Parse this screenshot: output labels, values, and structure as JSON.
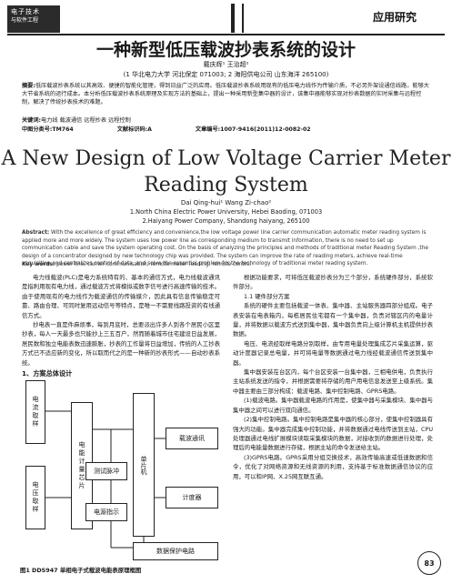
{
  "header": {
    "logo_line1": "电子技术",
    "logo_line2": "与软件工程",
    "category": "应用研究"
  },
  "cn": {
    "title": "一种新型低压载波抄表系统的设计",
    "authors": "戴庆辉¹  王治超²",
    "affiliation": "(1 华北电力大学  河北保定  071003; 2 海阳供电公司  山东海洋  265100)",
    "abstract_label": "摘要:",
    "abstract": "低压载波抄表系统以其高效、便捷的智能化管理，得到日益广泛的应用。低压载波抄表系统用现有的低压电力线作为传输介质，不必另外架设通信线路，能够大大节省系统的运行成本。本分析低压载波抄表系统原理及实现方法的基础上，提出一种采用新型集中器的设计，该集中器能够实现对抄表数据的实时采集与远程控制，解决了传统抄表技术的难题。",
    "keywords_label": "关键词:",
    "keywords": "电力线  载波通信  远程抄表  远程控制",
    "clc": "中图分类号:TM764",
    "doc_code": "文献标识码:A",
    "article_no": "文章编号:1007-9416(2011)12-0082-02"
  },
  "en": {
    "title_line1": "A New Design of Low Voltage Carrier Meter",
    "title_line2": "Reading System",
    "authors": "Dai Qing-hui¹  Wang Zi-chao²",
    "affiliation1": "1.North China Electric Power University, Hebei Baoding, 071003",
    "affiliation2": "2.Haiyang Power Company, Shandong haiyang, 265100",
    "abstract_label": "Abstract:",
    "abstract": "With the excellence of great efficiency and convenience,the low voltage power line carrier communication automatic meter reading system is applied more and more widely. The system uses low power line as corresponding medium to transmit information, there is no need to set up communication cable and save the system operating cost. On the basis of analyzing the principles and methods of traditional meter Reading System ,the design of a concentrator designed by new technology chip was provided. The system can improve the rate of reading meters, achieve real-time acquisition and centralizes control of data, and solve the essential problem for the technology of traditional meter reading system.",
    "keywords_label": "Key words:",
    "keywords": "power line; carrier communication; remote meter reading; remote control"
  },
  "body": {
    "left_paragraphs": [
      "电力线载波(PLC)是电力系统特有的、基本的通信方式，电力线载波通讯是指利用现有电力线，通过载波方式将模拟或数字信号进行高速传输的技术。由于使用现有的电力线作为载波通信的传输媒介，因此具有信息传输稳定可靠、路由合理、可同时复用远动信号等特点，是唯一不需要线路投资的有线通信方式。",
      "抄电表一直是件麻烦事，每到月底时，总要派出许多人到各个居民小区里抄表，每人一天最多也只能抄上三五百户，然而随着城市住宅建设日益发展，居民数和独立电能表数迅速膨胀，抄表的工作量将日益增加，传统的人工抄表方式已不适应新的变化，所以取而代之的是一种新的抄表形式——自动抄表系统。"
    ],
    "section1_title": "1、方案总体设计",
    "right_paragraphs": [
      "根据功能要求，可将低压载波抄表分为三个部分，系统硬件部分，系统软件部分。",
      "1.1 硬件部分方案",
      "系统的硬件主要包括载波一体表、集中器、主站服务器四部分组成。电子表安装在电表箱内，每栋居民住宅都有一个集中器，负责对辖区内的电量计量，并将数据以载波方式送到集中器，集中器负责向上级计算机主机提供抄表数据。",
      "电压、电流经取样电路分别取样，由专用电量处理集成芯片采集运算，驱动计度器记录总电量，并可将电量等数据通过电力线经载波通信传送到集中器。",
      "集中器安装在台区内，每个台区安装一台集中器，三相电供电，负责执行主站系统发送的指令，并根据需要将存储的用户用电信息发送至上级系统。集中器主要由三部分构成：载波电路、集中控制电路、GPRS电路。",
      "(1)载波电路。集中器载波电路的作用是，使集中器与采集模块、集中器与集中器之间可以进行双向通信。",
      "(2)集中控制电路。集中控制电路是集中器的核心部分，使集中控制器具有强大的功能。集中器完成集中控制功能，并将数据通过电线传送到主站，CPU处理器通过电线扩展模块读取采集模块的数据，对接收到的数据进行处理，处理后的电能量数据进行存储，根据主站的命令发送给主站。",
      "(3)GPRS电路。GPRS采用分组交换技术，高效传输高速或低速数据和信令，优化了对网络资源和无线资源的利用，支持基于标准数据通信协议的应用，可以和IP网、X.25网互联互通。"
    ]
  },
  "figure": {
    "caption": "图1 DDS947 单相电子式载波电能表原理框图",
    "blocks": {
      "sampling_v": "电流取样",
      "sampling_i": "电压取样",
      "meter_chip": "电能计量芯片",
      "mcu": "单片机",
      "carrier": "载波通讯",
      "counter": "计度器",
      "test_pulse": "测试脉冲",
      "power": "电源指示",
      "protect": "数据保护电路"
    }
  },
  "page_number": "83"
}
